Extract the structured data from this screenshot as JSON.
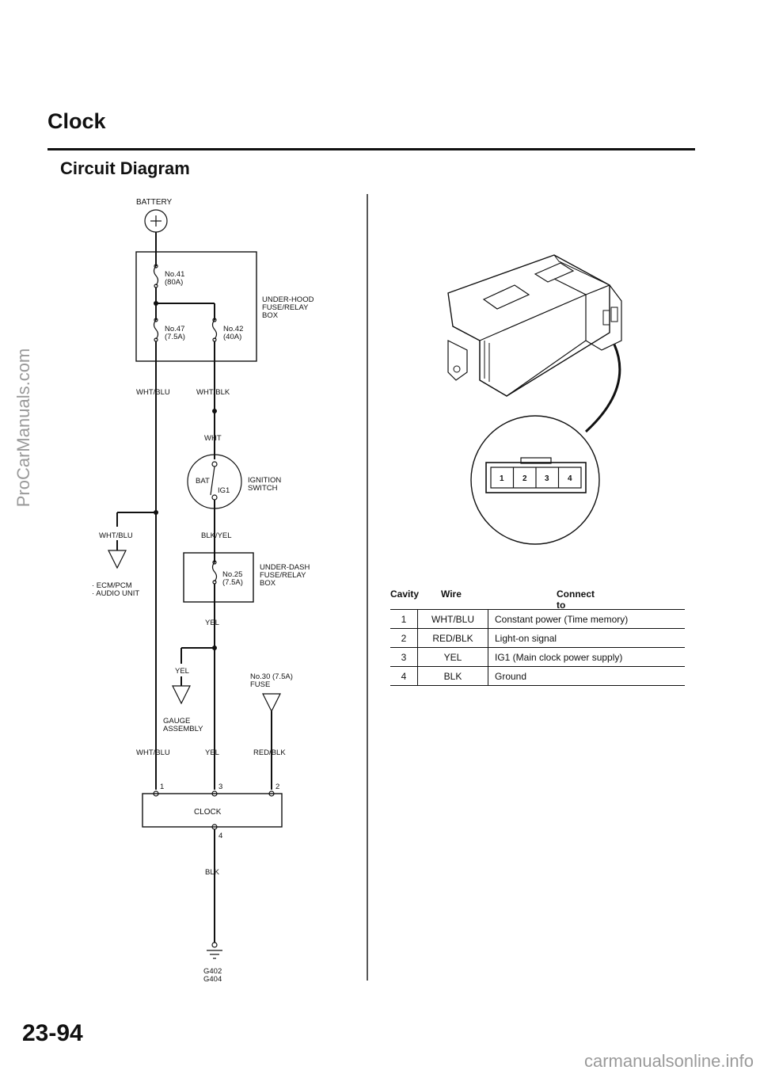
{
  "page": {
    "title": "Clock",
    "section": "Circuit Diagram",
    "page_number": "23-94",
    "watermark_side": "ProCarManuals.com",
    "watermark_bottom": "carmanualsonline.info"
  },
  "diagram": {
    "battery": "BATTERY",
    "fuses": {
      "no41_name": "No.41",
      "no41_rating": "(80A)",
      "no47_name": "No.47",
      "no47_rating": "(7.5A)",
      "no42_name": "No.42",
      "no42_rating": "(40A)",
      "no25_name": "No.25",
      "no25_rating": "(7.5A)",
      "no30": "No.30 (7.5A)",
      "no30_sub": "FUSE"
    },
    "under_hood_box": [
      "UNDER-HOOD",
      "FUSE/RELAY",
      "BOX"
    ],
    "under_dash_box": [
      "UNDER-DASH",
      "FUSE/RELAY",
      "BOX"
    ],
    "ignition": {
      "bat": "BAT",
      "ig1": "IG1",
      "label_1": "IGNITION",
      "label_2": "SWITCH"
    },
    "wires": {
      "wht_blu": "WHT/BLU",
      "wht_blk": "WHT/BLK",
      "wht": "WHT",
      "blk_yel": "BLK/YEL",
      "yel": "YEL",
      "red_blk": "RED/BLK",
      "blk": "BLK"
    },
    "ecm_lines": [
      "· ECM/PCM",
      "· AUDIO UNIT"
    ],
    "gauge": [
      "GAUGE",
      "ASSEMBLY"
    ],
    "clock": {
      "label": "CLOCK",
      "pin1": "1",
      "pin2": "2",
      "pin3": "3",
      "pin4": "4"
    },
    "grounds": [
      "G402",
      "G404"
    ],
    "connector_pins": [
      "1",
      "2",
      "3",
      "4"
    ]
  },
  "connector_table": {
    "headers": {
      "cavity": "Cavity",
      "wire": "Wire",
      "connect": "Connect to"
    },
    "rows": [
      {
        "cavity": "1",
        "wire": "WHT/BLU",
        "connect": "Constant power (Time memory)"
      },
      {
        "cavity": "2",
        "wire": "RED/BLK",
        "connect": "Light-on signal"
      },
      {
        "cavity": "3",
        "wire": "YEL",
        "connect": "IG1 (Main clock power supply)"
      },
      {
        "cavity": "4",
        "wire": "BLK",
        "connect": "Ground"
      }
    ]
  }
}
